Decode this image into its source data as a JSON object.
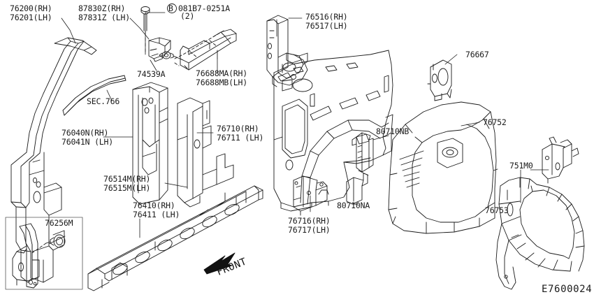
{
  "diagram": {
    "drawing_number": "E7600024",
    "direction_marker": "FRONT",
    "section_reference": "SEC.766",
    "bolt_callout": {
      "prefix_circle": "B",
      "part_number": "081B7-0251A",
      "quantity": "(2)"
    }
  },
  "labels": [
    {
      "id": "l-76200",
      "name": "body-side-outer-pillar",
      "line1": "76200(RH)",
      "line2": "76201(LH)"
    },
    {
      "id": "l-87830",
      "name": "seat-belt-anchor",
      "line1": "87830Z(RH)",
      "line2": "87831Z (LH)"
    },
    {
      "id": "l-081B7",
      "name": "bolt-callout",
      "line1": "081B7-0251A",
      "line2": "(2)"
    },
    {
      "id": "l-76516",
      "name": "wheelhouse-reinforcement",
      "line1": "76516(RH)",
      "line2": "76517(LH)"
    },
    {
      "id": "l-74539",
      "name": "grommet",
      "line1": "74539A",
      "line2": ""
    },
    {
      "id": "l-76688",
      "name": "rail-reinforcement",
      "line1": "76688MA(RH)",
      "line2": "76688MB(LH)"
    },
    {
      "id": "l-sec766",
      "name": "section-reference",
      "line1": "SEC.766",
      "line2": ""
    },
    {
      "id": "l-76667",
      "name": "bracket-76667",
      "line1": "76667",
      "line2": ""
    },
    {
      "id": "l-76040",
      "name": "center-pillar-inner",
      "line1": "76040N(RH)",
      "line2": "76041N (LH)"
    },
    {
      "id": "l-76710",
      "name": "rear-wheelhouse-inner",
      "line1": "76710(RH)",
      "line2": "76711 (LH)"
    },
    {
      "id": "l-80710NB",
      "name": "striker-bracket-nb",
      "line1": "80710NB",
      "line2": ""
    },
    {
      "id": "l-76752",
      "name": "rear-inner-panel",
      "line1": "76752",
      "line2": ""
    },
    {
      "id": "l-76514",
      "name": "center-pillar-lower",
      "line1": "76514M(RH)",
      "line2": "76515M(LH)"
    },
    {
      "id": "l-80710NA",
      "name": "striker-bracket-na",
      "line1": "80710NA",
      "line2": ""
    },
    {
      "id": "l-751M0",
      "name": "bracket-751M0",
      "line1": "751M0",
      "line2": ""
    },
    {
      "id": "l-76410",
      "name": "sill-inner",
      "line1": "76410(RH)",
      "line2": "76411 (LH)"
    },
    {
      "id": "l-76716",
      "name": "bracket-76716",
      "line1": "76716(RH)",
      "line2": "76717(LH)"
    },
    {
      "id": "l-76753",
      "name": "wheelhouse-outer",
      "line1": "76753",
      "line2": ""
    },
    {
      "id": "l-76256",
      "name": "plug-detail",
      "line1": "76256M",
      "line2": ""
    }
  ]
}
